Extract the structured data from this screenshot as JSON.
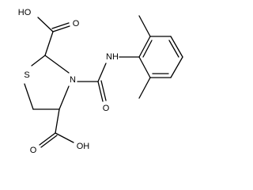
{
  "structure": {
    "labels": {
      "cooh_top": "HO",
      "cooh_top_o": "O",
      "sulfur": "S",
      "nitrogen": "N",
      "amide_nh": "NH",
      "amide_o": "O",
      "cooh_bottom": "OH",
      "cooh_bottom_o": "O"
    },
    "colors": {
      "ink": "#000000",
      "background": "#ffffff"
    }
  }
}
